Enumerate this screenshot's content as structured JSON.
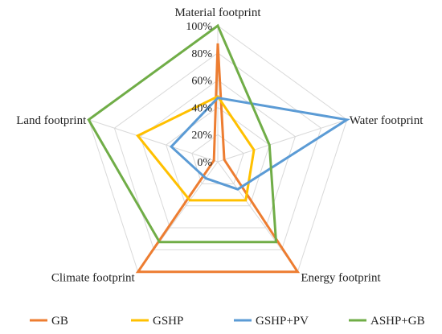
{
  "chart_data": {
    "type": "radar",
    "axes": [
      "Material footprint",
      "Water footprint",
      "Energy footprint",
      "Climate footprint",
      "Land footprint"
    ],
    "rlim": [
      0,
      1.0
    ],
    "ticks": [
      0,
      0.2,
      0.4,
      0.6,
      0.8,
      1.0
    ],
    "tick_labels": [
      "0%",
      "20%",
      "40%",
      "60%",
      "80%",
      "100%"
    ],
    "grid": true,
    "legend_position": "bottom",
    "series": [
      {
        "name": "GB",
        "color": "#ED7D31",
        "values": [
          0.87,
          0.05,
          1.0,
          1.0,
          0.03
        ]
      },
      {
        "name": "GSHP",
        "color": "#FFC000",
        "values": [
          0.48,
          0.28,
          0.35,
          0.35,
          0.62
        ]
      },
      {
        "name": "GSHP+PV",
        "color": "#5B9BD5",
        "values": [
          0.47,
          1.0,
          0.25,
          0.15,
          0.36
        ]
      },
      {
        "name": "ASHP+GB",
        "color": "#70AD47",
        "values": [
          1.0,
          0.4,
          0.73,
          0.73,
          1.0
        ]
      }
    ]
  }
}
